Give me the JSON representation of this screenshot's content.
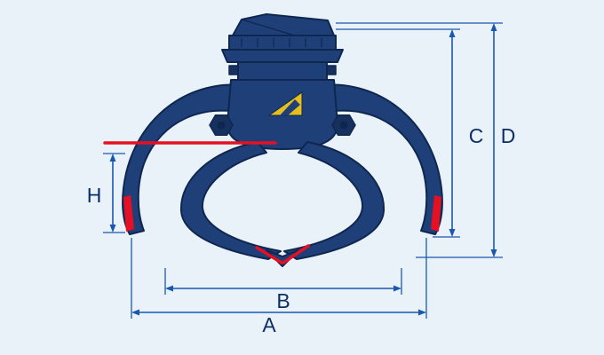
{
  "diagram": {
    "type": "technical-dimension-diagram",
    "subject": "orange-peel-grapple-side-view",
    "dimension_labels": {
      "A": "A",
      "B": "B",
      "C": "C",
      "D": "D",
      "H": "H"
    },
    "colors": {
      "background": "#eaf2f9",
      "machine_body": "#1e3f77",
      "machine_outline": "#0f2750",
      "dimension_line": "#1a57b0",
      "label_text": "#0d2d66",
      "highlight_red": "#e51023",
      "emblem_yellow": "#e6bf1f"
    }
  }
}
